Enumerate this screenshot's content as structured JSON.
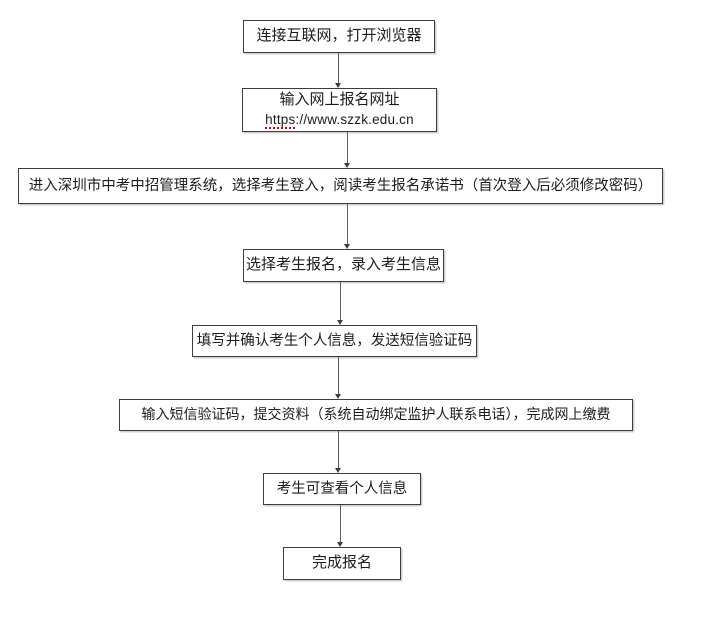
{
  "diagram": {
    "type": "flowchart",
    "description_visible_text_only": true,
    "nodes": [
      {
        "id": "step-open-browser",
        "label": "连接互联网，打开浏览器"
      },
      {
        "id": "step-enter-url",
        "label": "输入网上报名网址",
        "url_prefix": "https",
        "url_rest": "://www.szzk.edu.cn"
      },
      {
        "id": "step-login-system",
        "label": "进入深圳市中考中招管理系统，选择考生登入，阅读考生报名承诺书（首次登入后必须修改密码）"
      },
      {
        "id": "step-select-register",
        "label": "选择考生报名，录入考生信息"
      },
      {
        "id": "step-fill-info",
        "label": "填写并确认考生个人信息，发送短信验证码"
      },
      {
        "id": "step-submit-pay",
        "label": "输入短信验证码，提交资料（系统自动绑定监护人联系电话），完成网上缴费"
      },
      {
        "id": "step-view-info",
        "label": "考生可查看个人信息"
      },
      {
        "id": "step-finish",
        "label": "完成报名"
      }
    ],
    "colors": {
      "background": "#ffffff",
      "box_border": "#3d3d3d",
      "text": "#1c1c1c",
      "connector": "#5f5f5f",
      "spellcheck_underline": "#e00000"
    }
  }
}
